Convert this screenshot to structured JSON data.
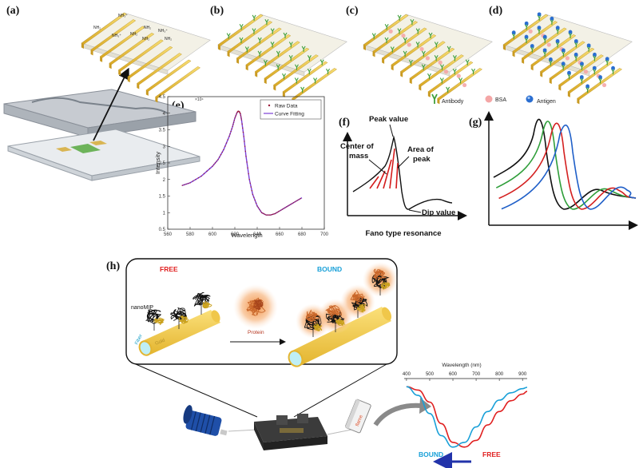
{
  "panels": {
    "a": "(a)",
    "b": "(b)",
    "c": "(c)",
    "d": "(d)",
    "e": "(e)",
    "f": "(f)",
    "g": "(g)",
    "h": "(h)"
  },
  "surface_a": {
    "nh2": "NH₂",
    "nh3": "NH₃⁺"
  },
  "legend_bcd": {
    "antibody": "Antibody",
    "bsa": "BSA",
    "antigen": "Antigen"
  },
  "colors": {
    "gold": "#e9c13b",
    "antibody": "#3f9f3a",
    "bsa": "#f4a6a6",
    "antigen": "#2a6ed1",
    "free": "#e02020",
    "bound": "#19a0d8",
    "fit": "#7b3fd6",
    "raw": "#9b1b3a"
  },
  "chart_data": [
    {
      "type": "scatter",
      "panel": "e",
      "xlabel": "Wavelength",
      "ylabel": "Intensity",
      "y_exponent": "×10⁴",
      "xlim": [
        560,
        700
      ],
      "ylim": [
        0.5,
        4.5
      ],
      "x_ticks": [
        560,
        580,
        600,
        620,
        640,
        660,
        680,
        700
      ],
      "y_ticks": [
        0.5,
        1,
        1.5,
        2,
        2.5,
        3,
        3.5,
        4,
        4.5
      ],
      "legend_position": "top-right",
      "series": [
        {
          "name": "Raw Data",
          "style": "markers",
          "x": [
            573,
            580,
            590,
            600,
            605,
            610,
            615,
            618,
            620,
            622,
            623,
            624,
            625,
            626,
            628,
            630,
            633,
            636,
            640,
            644,
            648,
            652,
            656,
            660,
            665,
            670,
            675,
            680
          ],
          "y": [
            1.82,
            1.9,
            2.1,
            2.4,
            2.6,
            2.9,
            3.3,
            3.6,
            3.85,
            4.02,
            4.06,
            4.05,
            3.98,
            3.8,
            3.3,
            2.7,
            2.0,
            1.55,
            1.2,
            1.0,
            0.93,
            0.93,
            0.97,
            1.05,
            1.15,
            1.25,
            1.35,
            1.45
          ]
        },
        {
          "name": "Curve Fitting",
          "style": "line",
          "x": [
            573,
            580,
            590,
            600,
            605,
            610,
            615,
            618,
            620,
            622,
            623,
            624,
            625,
            626,
            628,
            630,
            633,
            636,
            640,
            644,
            648,
            652,
            656,
            660,
            665,
            670,
            675,
            680
          ],
          "y": [
            1.82,
            1.9,
            2.1,
            2.4,
            2.6,
            2.9,
            3.3,
            3.6,
            3.85,
            4.02,
            4.06,
            4.05,
            3.98,
            3.8,
            3.3,
            2.7,
            2.0,
            1.55,
            1.2,
            1.0,
            0.93,
            0.93,
            0.97,
            1.05,
            1.15,
            1.25,
            1.35,
            1.45
          ]
        }
      ]
    },
    {
      "type": "line",
      "panel": "h-spectrum",
      "xlabel": "Wavelength (nm)",
      "x_ticks": [
        400,
        500,
        600,
        700,
        800,
        900
      ],
      "xlim": [
        390,
        920
      ],
      "series": [
        {
          "name": "FREE",
          "x": [
            400,
            450,
            500,
            550,
            600,
            650,
            700,
            750,
            800,
            850,
            900,
            920
          ],
          "y": [
            0.95,
            0.9,
            0.72,
            0.4,
            0.12,
            0.05,
            0.15,
            0.38,
            0.58,
            0.74,
            0.84,
            0.88
          ]
        },
        {
          "name": "BOUND",
          "x": [
            400,
            450,
            500,
            550,
            600,
            650,
            700,
            750,
            800,
            850,
            900,
            920
          ],
          "y": [
            0.95,
            0.82,
            0.55,
            0.22,
            0.05,
            0.12,
            0.35,
            0.58,
            0.75,
            0.86,
            0.92,
            0.94
          ]
        }
      ]
    }
  ],
  "panel_e_legend": {
    "raw": "Raw Data",
    "fit": "Curve Fitting"
  },
  "panel_f": {
    "peak_value": "Peak value",
    "center_of_mass_1": "Center of",
    "center_of_mass_2": "mass",
    "area_of_peak_1": "Area of",
    "area_of_peak_2": "peak",
    "dip_value": "Dip value",
    "caption": "Fano type resonance"
  },
  "panel_h": {
    "free": "FREE",
    "bound": "BOUND",
    "nanomip": "nanoMIP",
    "fiber": "Fiber",
    "gold": "Gold",
    "protein": "Protein",
    "wavelength_axis": "Wavelength (nm)",
    "ticks": [
      "400",
      "500",
      "600",
      "700",
      "800",
      "900"
    ],
    "spectrum_bound": "BOUND",
    "spectrum_free": "FREE",
    "device_label": "flame"
  }
}
